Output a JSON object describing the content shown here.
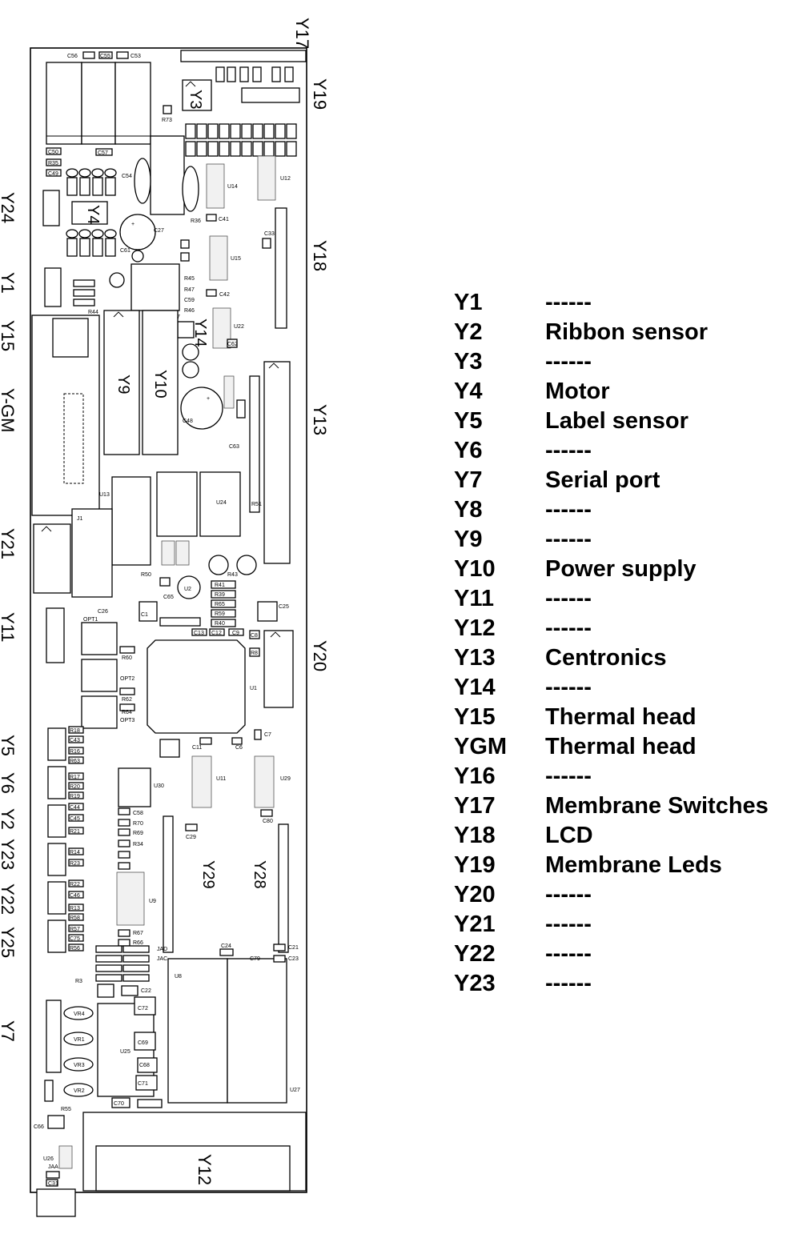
{
  "board": {
    "connector_labels": {
      "y17": "Y17",
      "y19": "Y19",
      "y24": "Y24",
      "y18": "Y18",
      "y1": "Y1",
      "y15": "Y15",
      "y13": "Y13",
      "ygm": "Y-GM",
      "y21": "Y21",
      "y11": "Y11",
      "y20": "Y20",
      "y5": "Y5",
      "y6": "Y6",
      "y2": "Y2",
      "y23": "Y23",
      "y22": "Y22",
      "y25": "Y25",
      "y7": "Y7",
      "y12": "Y12",
      "y9": "Y9",
      "y10": "Y10",
      "y14": "Y14",
      "y3": "Y3",
      "y4": "Y4",
      "y29": "Y29",
      "y28": "Y28"
    },
    "component_labels": {
      "c56": "C56",
      "c55": "C55",
      "c53": "C53",
      "c50": "C50",
      "c57": "C57",
      "r35": "R35",
      "c49": "C49",
      "c54": "C54",
      "c41": "C41",
      "c33": "C33",
      "c27": "C27",
      "c61": "C61",
      "c42": "C42",
      "r45": "R45",
      "r47": "R47",
      "c59": "C59",
      "r46": "R46",
      "u17": "U17",
      "u14": "U14",
      "u12": "U12",
      "u15": "U15",
      "u22": "U22",
      "c62": "C62",
      "c48": "C48",
      "c63": "C63",
      "u13": "U13",
      "u24": "U24",
      "r50": "R50",
      "u2": "U2",
      "r41": "R41",
      "r39": "R39",
      "r65": "R65",
      "r59": "R59",
      "r40": "R40",
      "c13": "C13",
      "c12": "C12",
      "c9": "C9",
      "c8": "C8",
      "r8": "R8",
      "c25": "C25",
      "r60": "R60",
      "r62": "R62",
      "r64": "R64",
      "opt1": "OPT1",
      "opt2": "OPT2",
      "opt3": "OPT3",
      "u1": "U1",
      "c11": "C11",
      "c6": "C6",
      "c7": "C7",
      "u11": "U11",
      "u29": "U29",
      "c80": "C80",
      "c29": "C29",
      "c58": "C58",
      "r70": "R70",
      "r69": "R69",
      "r34": "R34",
      "u30": "U30",
      "u9": "U9",
      "r67": "R67",
      "r66": "R66",
      "u8": "U8",
      "c24": "C24",
      "c79": "C79",
      "c21": "C21",
      "c23": "C23",
      "u27": "U27",
      "u25": "U25",
      "c68": "C68",
      "c71": "C71",
      "c69": "C69",
      "c72": "C72",
      "c22": "C22",
      "c70": "C70",
      "vr1": "VR1",
      "vr2": "VR2",
      "vr3": "VR3",
      "vr4": "VR4",
      "r55": "R55",
      "c66": "C66",
      "u26": "U26",
      "jaa": "JAA",
      "c31": "C31",
      "r43": "R43",
      "r18": "R18",
      "c43": "C43",
      "r16": "R16",
      "r63": "R63",
      "r17": "R17",
      "r20": "R20",
      "r19": "R19",
      "c44": "C44",
      "c45": "C45",
      "r21": "R21",
      "r14": "R14",
      "r23": "R23",
      "r22": "R22",
      "c46": "C46",
      "r13": "R13",
      "r58": "R58",
      "r57": "R57",
      "c75": "C75",
      "r56": "R56",
      "r3": "R3",
      "r73": "R73",
      "r36": "R36",
      "r44": "R44",
      "c26": "C26",
      "c65": "C65",
      "c1": "C1",
      "j1": "J1",
      "jad": "JAD",
      "jac": "JAC",
      "r51": "R51"
    }
  },
  "legend": {
    "rows": [
      {
        "code": "Y1",
        "function": "------"
      },
      {
        "code": "Y2",
        "function": "Ribbon sensor"
      },
      {
        "code": "Y3",
        "function": "------"
      },
      {
        "code": "Y4",
        "function": "Motor"
      },
      {
        "code": "Y5",
        "function": "Label sensor"
      },
      {
        "code": "Y6",
        "function": "------"
      },
      {
        "code": "Y7",
        "function": "Serial port"
      },
      {
        "code": "Y8",
        "function": "------"
      },
      {
        "code": "Y9",
        "function": "------"
      },
      {
        "code": "Y10",
        "function": "Power supply"
      },
      {
        "code": "Y11",
        "function": "------"
      },
      {
        "code": "Y12",
        "function": "------"
      },
      {
        "code": "Y13",
        "function": "Centronics"
      },
      {
        "code": "Y14",
        "function": "------"
      },
      {
        "code": "Y15",
        "function": "Thermal head"
      },
      {
        "code": "YGM",
        "function": "Thermal head"
      },
      {
        "code": "Y16",
        "function": "------"
      },
      {
        "code": "Y17",
        "function": "Membrane Switches"
      },
      {
        "code": "Y18",
        "function": "LCD"
      },
      {
        "code": "Y19",
        "function": "Membrane Leds"
      },
      {
        "code": "Y20",
        "function": "------"
      },
      {
        "code": "Y21",
        "function": "------"
      },
      {
        "code": "Y22",
        "function": "------"
      },
      {
        "code": "Y23",
        "function": "------"
      }
    ]
  }
}
